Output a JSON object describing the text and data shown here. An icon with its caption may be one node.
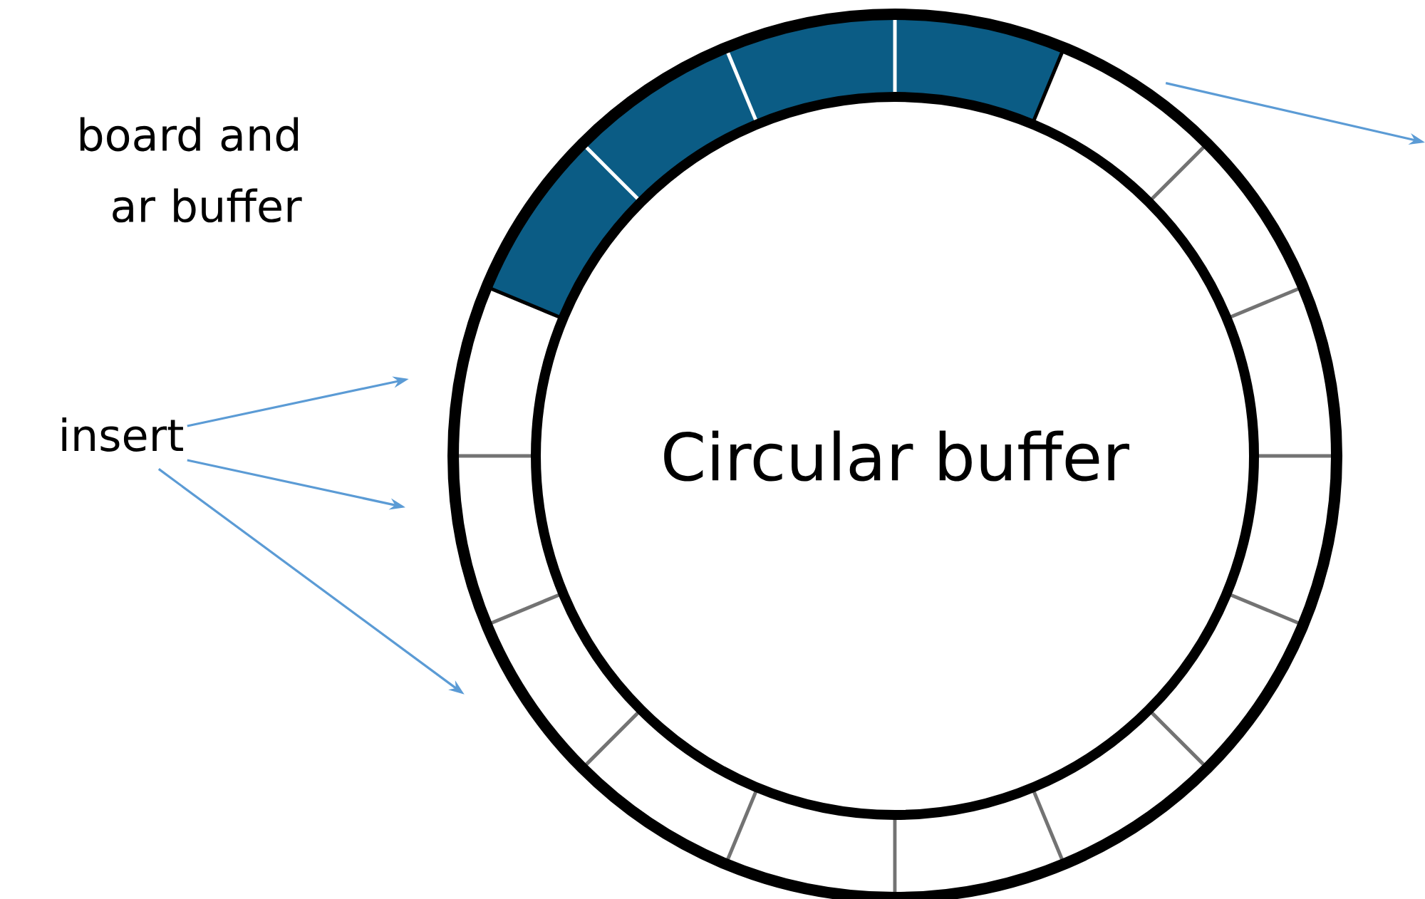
{
  "diagram": {
    "nodes": [
      {
        "text": [
          "insert"
        ]
      },
      {
        "text": [
          "Circular buffer"
        ]
      }
    ],
    "edges": [
      {
        "from": 0,
        "to": 1,
        "arrow": "to"
      },
      {
        "from": 0,
        "to": 1,
        "arrow": "to"
      },
      {
        "from": 0,
        "to": 1,
        "arrow": "to"
      },
      {
        "from": 1,
        "to": null,
        "arrow": "to"
      }
    ],
    "labels": [
      "board and ar buffer"
    ]
  }
}
